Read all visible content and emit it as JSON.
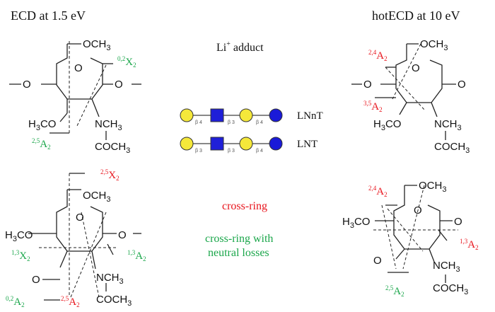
{
  "headers": {
    "left": "ECD at 1.5 eV",
    "right": "hotECD at 10 eV"
  },
  "center": {
    "adduct_main": "Li",
    "adduct_sup": "+",
    "adduct_rest": " adduct",
    "glycans": [
      {
        "name": "LNnT",
        "links": [
          "β 4",
          "β 3",
          "β 4"
        ]
      },
      {
        "name": "LNT",
        "links": [
          "β 3",
          "β 3",
          "β 4"
        ]
      }
    ],
    "legend": {
      "cross_ring": "cross-ring",
      "neutral_line1": "cross-ring with",
      "neutral_line2": "neutral losses"
    }
  },
  "atoms": {
    "ome": "OCH3",
    "h3co": "H3CO",
    "nch3": "NCH3",
    "coch3": "COCH3",
    "o": "O"
  },
  "fragments": {
    "tl_02x2": {
      "sup": "0,2",
      "base": "X",
      "sub": "2"
    },
    "tl_25a2": {
      "sup": "2,5",
      "base": "A",
      "sub": "2"
    },
    "tr_24a2": {
      "sup": "2,4",
      "base": "A",
      "sub": "2"
    },
    "tr_35a2": {
      "sup": "3,5",
      "base": "A",
      "sub": "2"
    },
    "bl_25x2": {
      "sup": "2,5",
      "base": "X",
      "sub": "2"
    },
    "bl_13x2": {
      "sup": "1,3",
      "base": "X",
      "sub": "2"
    },
    "bl_13a2": {
      "sup": "1,3",
      "base": "A",
      "sub": "2"
    },
    "bl_02a2": {
      "sup": "0,2",
      "base": "A",
      "sub": "2"
    },
    "bl_25a2": {
      "sup": "2,5",
      "base": "A",
      "sub": "2"
    },
    "br_24a2": {
      "sup": "2,4",
      "base": "A",
      "sub": "2"
    },
    "br_13a2": {
      "sup": "1,3",
      "base": "A",
      "sub": "2"
    },
    "br_25a2": {
      "sup": "2,5",
      "base": "A",
      "sub": "2"
    }
  },
  "colors": {
    "red": "#e8141c",
    "green": "#1aa64a",
    "galactose": "#f5e83a",
    "glucosamine": "#1f1fd8",
    "glucose": "#1a1ad8",
    "text": "#111111"
  }
}
